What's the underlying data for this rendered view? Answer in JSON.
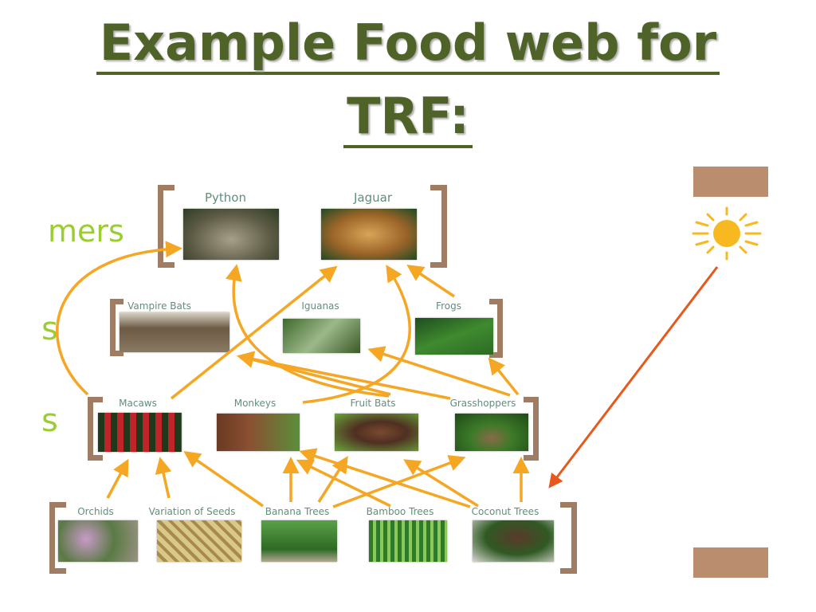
{
  "title": {
    "line1": "Example Food web for",
    "line2": "TRF:"
  },
  "side_labels": {
    "consumers_partial": "mers",
    "row2_partial": "s",
    "row3_partial": "s"
  },
  "nodes": {
    "python": "Python",
    "jaguar": "Jaguar",
    "vampire_bats": "Vampire Bats",
    "iguanas": "Iguanas",
    "frogs": "Frogs",
    "macaws": "Macaws",
    "monkeys": "Monkeys",
    "fruit_bats": "Fruit Bats",
    "grasshoppers": "Grasshoppers",
    "orchids": "Orchids",
    "seeds": "Variation of Seeds",
    "banana": "Banana Trees",
    "bamboo": "Bamboo Trees",
    "coconut": "Coconut Trees"
  },
  "colors": {
    "title": "#4f6228",
    "arrow": "#f5a623",
    "sun_arrow": "#e8581c",
    "bracket": "#a07c62"
  }
}
